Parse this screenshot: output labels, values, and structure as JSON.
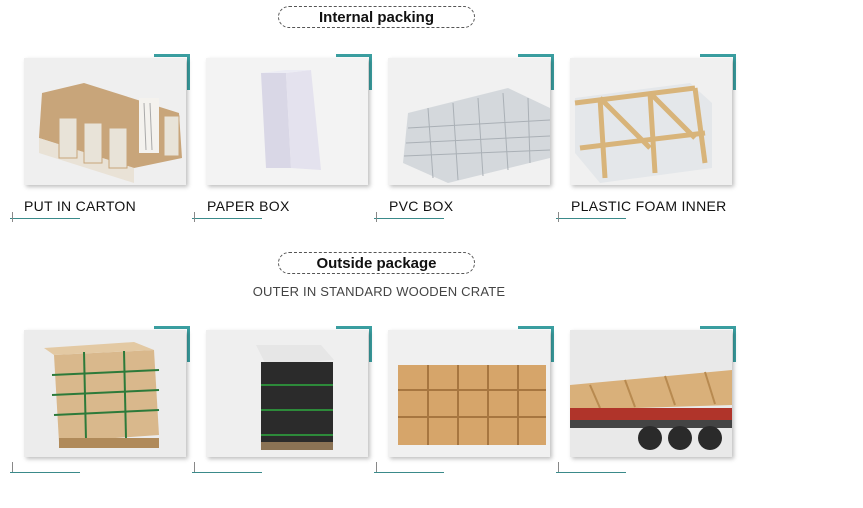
{
  "internal": {
    "title": "Internal packing",
    "items": [
      {
        "caption": "PUT IN CARTON",
        "image": "carton-dividers-photo"
      },
      {
        "caption": "PAPER BOX",
        "image": "paper-box-photo"
      },
      {
        "caption": "PVC BOX",
        "image": "pvc-box-stack-photo"
      },
      {
        "caption": "PLASTIC FOAM INNER",
        "image": "foam-wrapped-crate-photo"
      }
    ]
  },
  "outside": {
    "title": "Outside package",
    "subtitle": "OUTER IN STANDARD WOODEN CRATE",
    "items": [
      {
        "image": "strapped-pallet-photo"
      },
      {
        "image": "wrapped-pallet-photo"
      },
      {
        "image": "wooden-crates-stack-photo"
      },
      {
        "image": "truck-loaded-crates-photo"
      }
    ]
  },
  "colors": {
    "accent": "#3a9ea0",
    "crate_wood": "#d8a86a"
  }
}
